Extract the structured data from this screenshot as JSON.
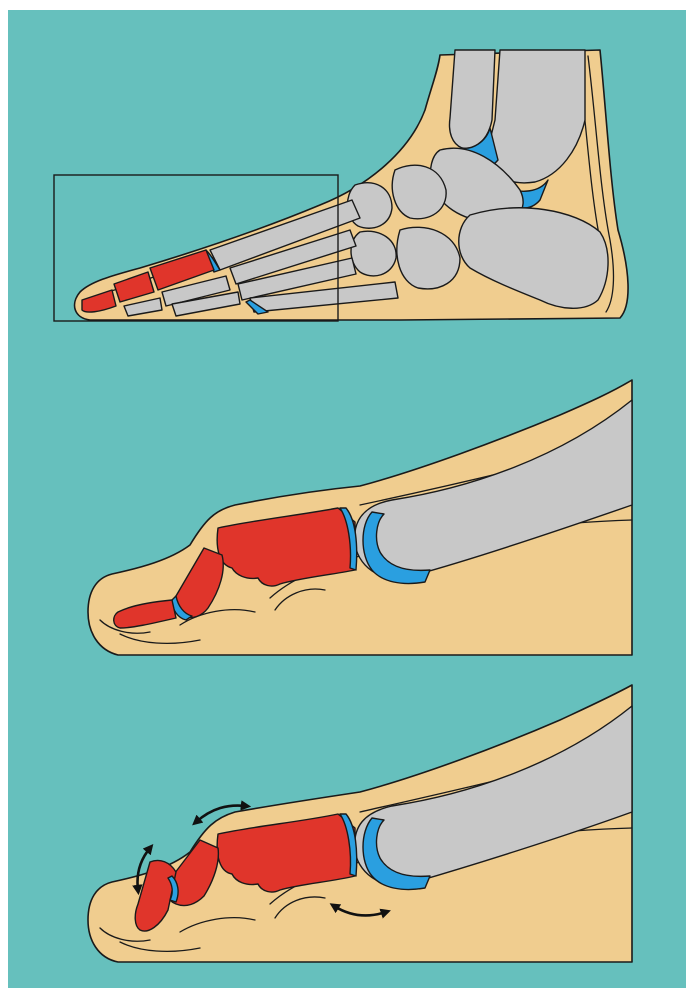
{
  "figure": {
    "panels": [
      {
        "id": "overview",
        "description_visible": false
      },
      {
        "id": "zoomed-toe-deformity"
      },
      {
        "id": "zoomed-toe-motion"
      }
    ]
  },
  "colors": {
    "background": "#66c0bd",
    "frame": "#ffffff",
    "skin": "#f0cd8f",
    "bone": "#c8c8c8",
    "affected_bone": "#e0352b",
    "cartilage": "#2a9fe0",
    "outline": "#1a1a1a"
  },
  "icons": {
    "motion_arrows": "double-headed-curved-arrow-icon"
  }
}
